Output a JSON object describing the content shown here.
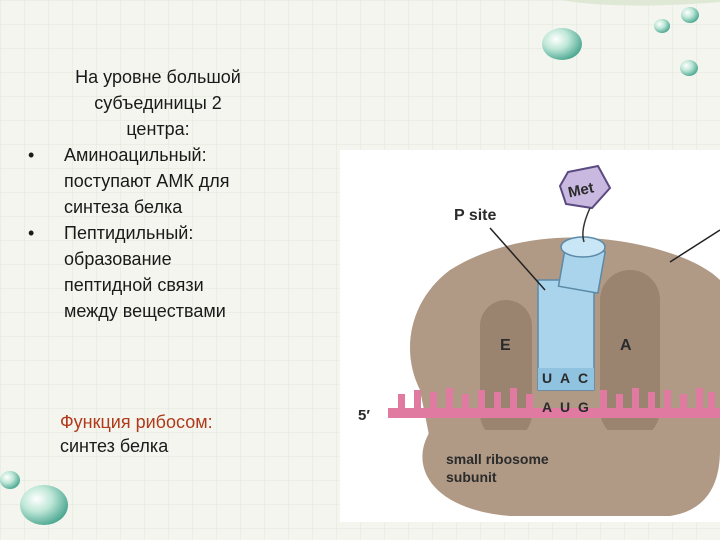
{
  "slide": {
    "intro_lines": [
      "На уровне большой",
      "субъединицы 2",
      "центра:"
    ],
    "bullets": [
      {
        "symbol": "•",
        "lines": [
          "Аминоацильный:",
          "поступают АМК для",
          "синтеза белка"
        ]
      },
      {
        "symbol": "•",
        "lines": [
          "Пептидильный:",
          "образование",
          "пептидной связи",
          "между веществами"
        ]
      }
    ],
    "caption_title": "Функция рибосом:",
    "caption_body": "синтез белка"
  },
  "figure": {
    "met_label": "Met",
    "p_site_label": "P site",
    "e_label": "E",
    "a_label": "A",
    "anticodon": [
      "U",
      "A",
      "C"
    ],
    "codon": [
      "A",
      "U",
      "G"
    ],
    "mrna_end": "5′",
    "small_subunit_line1": "small ribosome",
    "small_subunit_line2": "subunit"
  },
  "colors": {
    "ribosome": "#b09a86",
    "ribosome_dark": "#9a8470",
    "trna": "#aad4ec",
    "mrna": "#e07aa0",
    "met": "#c9b8e0",
    "caption_title": "#b03a1a"
  },
  "icons": [
    "water-drop-icon"
  ]
}
